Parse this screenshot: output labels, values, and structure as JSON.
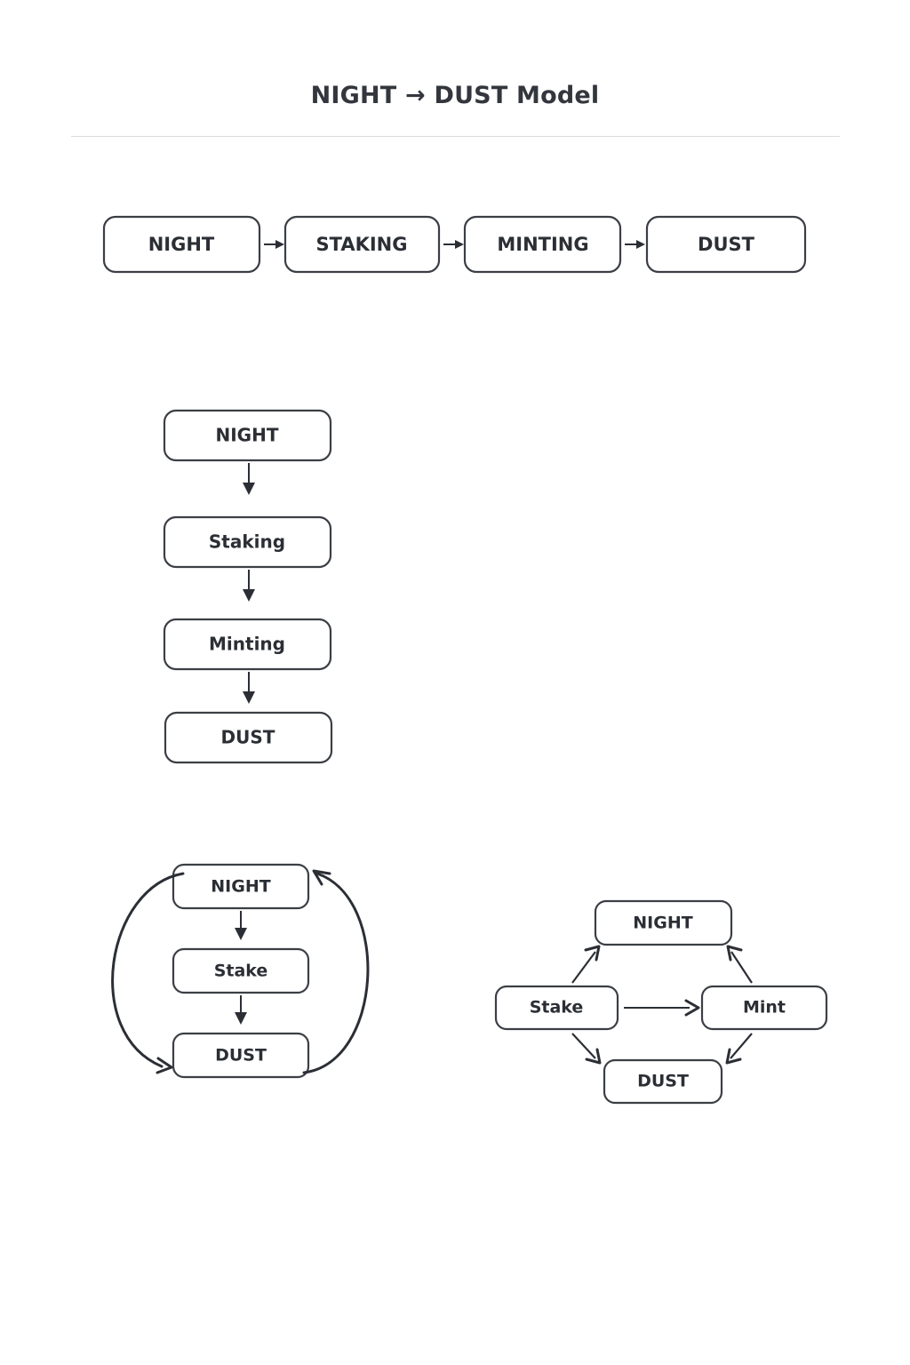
{
  "header": {
    "title": "NIGHT → DUST Model",
    "divider_color": "#dcdcdc"
  },
  "theme": {
    "background": "#ffffff",
    "text_color": "#2b2f35",
    "box_border": "#3b3f45",
    "box_fill": "#ffffff",
    "arrow_color": "#2b2f35"
  },
  "diagrams": [
    {
      "id": "linear-flow",
      "type": "left-to-right-chain",
      "nodes": [
        {
          "id": "night",
          "label": "NIGHT"
        },
        {
          "id": "staking",
          "label": "STAKING"
        },
        {
          "id": "minting",
          "label": "MINTING"
        },
        {
          "id": "dust",
          "label": "DUST"
        }
      ],
      "edges": [
        {
          "from": "night",
          "to": "staking"
        },
        {
          "from": "staking",
          "to": "minting"
        },
        {
          "from": "minting",
          "to": "dust"
        }
      ]
    },
    {
      "id": "vertical-flow",
      "type": "top-to-bottom-chain",
      "nodes": [
        {
          "id": "night",
          "label": "NIGHT"
        },
        {
          "id": "staking",
          "label": "Staking"
        },
        {
          "id": "minting",
          "label": "Minting"
        },
        {
          "id": "dust",
          "label": "DUST"
        }
      ],
      "edges": [
        {
          "from": "night",
          "to": "staking"
        },
        {
          "from": "staking",
          "to": "minting"
        },
        {
          "from": "minting",
          "to": "dust"
        }
      ]
    },
    {
      "id": "cycle-flow",
      "type": "cycle",
      "nodes": [
        {
          "id": "night",
          "label": "NIGHT"
        },
        {
          "id": "stake",
          "label": "Stake"
        },
        {
          "id": "dust",
          "label": "DUST"
        }
      ],
      "edges": [
        {
          "from": "night",
          "to": "stake",
          "style": "straight"
        },
        {
          "from": "stake",
          "to": "dust",
          "style": "straight"
        },
        {
          "from": "night",
          "to": "dust",
          "style": "curve-left"
        },
        {
          "from": "dust",
          "to": "night",
          "style": "curve-right"
        }
      ]
    },
    {
      "id": "diamond-flow",
      "type": "diamond",
      "nodes": [
        {
          "id": "night",
          "label": "NIGHT",
          "position": "top"
        },
        {
          "id": "stake",
          "label": "Stake",
          "position": "left"
        },
        {
          "id": "mint",
          "label": "Mint",
          "position": "right"
        },
        {
          "id": "dust",
          "label": "DUST",
          "position": "bottom"
        }
      ],
      "edges": [
        {
          "from": "stake",
          "to": "night"
        },
        {
          "from": "stake",
          "to": "mint"
        },
        {
          "from": "stake",
          "to": "dust"
        },
        {
          "from": "mint",
          "to": "night"
        },
        {
          "from": "mint",
          "to": "dust"
        }
      ]
    }
  ]
}
